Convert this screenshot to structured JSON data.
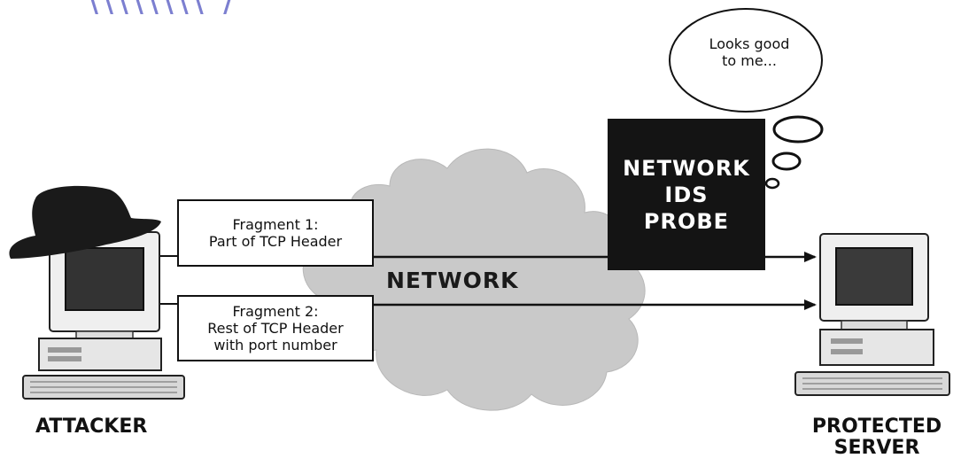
{
  "logo_text": "\\\\\\\\\\\\\\\\ /",
  "fragment1": {
    "line1": "Fragment 1:",
    "line2": "Part of TCP Header"
  },
  "fragment2": {
    "line1": "Fragment 2:",
    "line2": "Rest of TCP Header",
    "line3": "with port number"
  },
  "network_label": "NETWORK",
  "probe": {
    "line1": "NETWORK",
    "line2": "IDS",
    "line3": "PROBE"
  },
  "thought_bubble": {
    "line1": "Looks good",
    "line2": "to me..."
  },
  "attacker_caption": "ATTACKER",
  "server_caption": {
    "line1": "PROTECTED",
    "line2": "SERVER"
  },
  "icons": [
    "fedora-hat-icon",
    "computer-icon",
    "cloud-icon",
    "arrow-icon",
    "thought-bubble-icon"
  ]
}
